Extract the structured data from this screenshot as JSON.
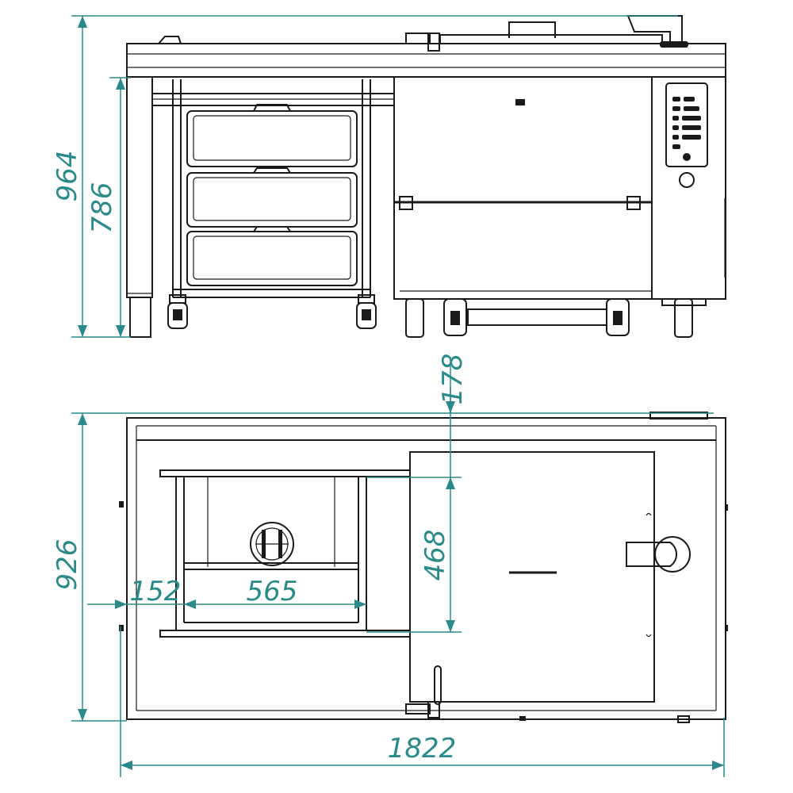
{
  "dimensions": {
    "front_height_total": "964",
    "front_height_worktop": "786",
    "top_offset_door": "178",
    "door_depth": "468",
    "plan_depth": "926",
    "drawer_offset": "152",
    "drawer_width": "565",
    "overall_width": "1822"
  },
  "colors": {
    "dimension": "#2a8a8a",
    "outline": "#1a1a1a"
  }
}
